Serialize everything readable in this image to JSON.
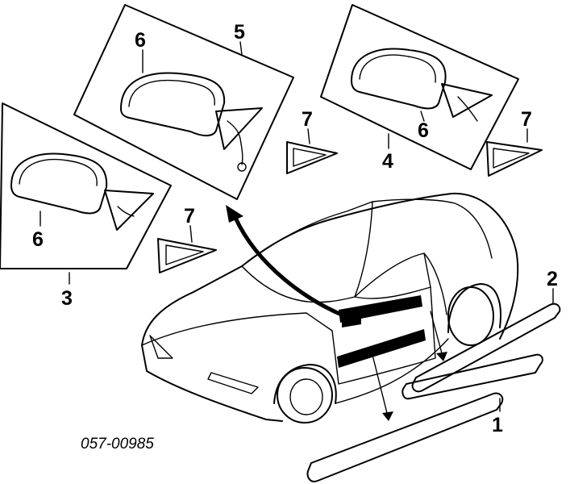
{
  "diagram": {
    "callouts": {
      "c1": "1",
      "c2": "2",
      "c3": "3",
      "c4": "4",
      "c5": "5",
      "c6a": "6",
      "c6b": "6",
      "c6c": "6",
      "c7a": "7",
      "c7b": "7",
      "c7c": "7"
    },
    "part_code": "057-00985"
  }
}
